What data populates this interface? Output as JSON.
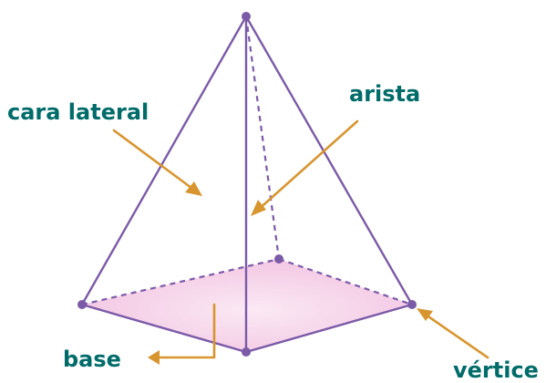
{
  "labels": {
    "lateral_face": "cara lateral",
    "edge": "arista",
    "base": "base",
    "vertex": "vértice"
  },
  "colors": {
    "edge_stroke": "#7b5aa8",
    "vertex_dot": "#7b5aa8",
    "base_fill": "#f2c4e2",
    "base_fill_light": "#fbe9f4",
    "arrow": "#d8952f",
    "label_text": "#006c6a"
  }
}
